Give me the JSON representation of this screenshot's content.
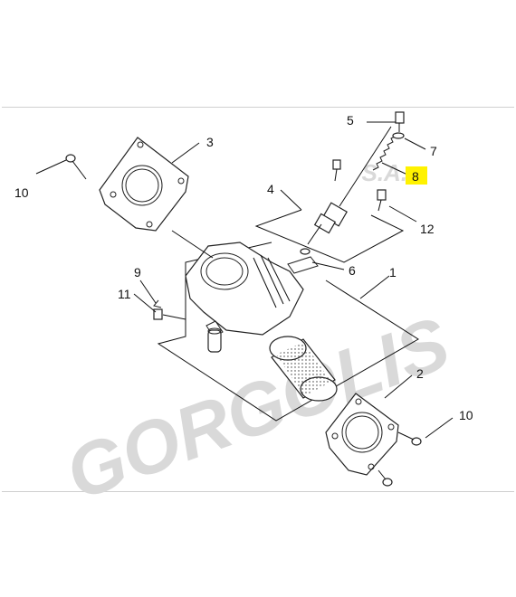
{
  "watermark": {
    "brand": "GORGOLIS",
    "suffix": "S.A."
  },
  "callouts": [
    {
      "id": "1",
      "label": "1"
    },
    {
      "id": "2",
      "label": "2"
    },
    {
      "id": "3",
      "label": "3"
    },
    {
      "id": "4",
      "label": "4"
    },
    {
      "id": "5",
      "label": "5"
    },
    {
      "id": "6",
      "label": "6"
    },
    {
      "id": "7",
      "label": "7"
    },
    {
      "id": "8",
      "label": "8",
      "highlighted": true
    },
    {
      "id": "9",
      "label": "9"
    },
    {
      "id": "10a",
      "label": "10"
    },
    {
      "id": "10b",
      "label": "10"
    },
    {
      "id": "11",
      "label": "11"
    },
    {
      "id": "12",
      "label": "12"
    }
  ],
  "colors": {
    "highlight": "#fff200",
    "line": "#111111",
    "watermark": "#d9d9d9"
  }
}
